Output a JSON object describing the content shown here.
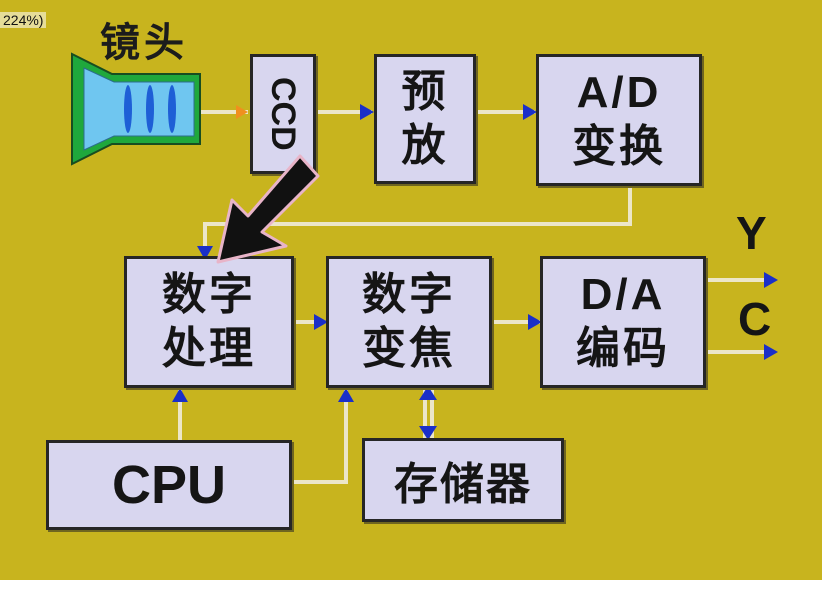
{
  "zoom_label": "224%)",
  "lens": {
    "title": "镜头"
  },
  "blocks": {
    "ccd": {
      "label": "CCD"
    },
    "preamp": {
      "line1": "预",
      "line2": "放"
    },
    "ad": {
      "line1": "A/D",
      "line2": "变换"
    },
    "digital_processing": {
      "line1": "数字",
      "line2": "处理"
    },
    "digital_transform": {
      "line1": "数字",
      "line2": "变焦"
    },
    "da": {
      "line1": "D/A",
      "line2": "编码"
    },
    "cpu": {
      "label": "CPU"
    },
    "memory": {
      "label": "存储器"
    }
  },
  "outputs": {
    "y": "Y",
    "c": "C"
  },
  "colors": {
    "background": "#c8b41e",
    "block_fill": "#d8d6ef",
    "wire": "#ece6c8",
    "arrow_head": "#1a2fc8",
    "lens_body": "#1fa83c",
    "lens_face": "#6fc6f0",
    "pointer_arrow": "#111111"
  }
}
